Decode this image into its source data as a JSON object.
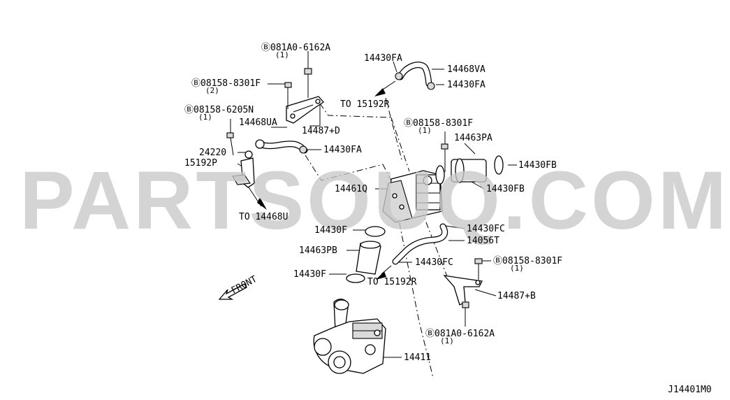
{
  "watermark": "PARTSOUQ.COM",
  "diagram_code": "J14401M0",
  "front_label": "FRONT",
  "callouts": [
    {
      "id": "c1",
      "text": "Ⓑ081A0-6162A",
      "qty": "(1)"
    },
    {
      "id": "c2",
      "text": "Ⓑ08158-8301F",
      "qty": "(2)"
    },
    {
      "id": "c3",
      "text": "Ⓑ08158-6205N",
      "qty": "(1)"
    },
    {
      "id": "c4",
      "text": "14468UA"
    },
    {
      "id": "c5",
      "text": "14487+D"
    },
    {
      "id": "c6",
      "text": "24220"
    },
    {
      "id": "c7",
      "text": "15192P"
    },
    {
      "id": "c8",
      "text": "14430FA"
    },
    {
      "id": "c9",
      "text": "TO 14468U"
    },
    {
      "id": "c10",
      "text": "14430FA"
    },
    {
      "id": "c11",
      "text": "14468VA"
    },
    {
      "id": "c12",
      "text": "14430FA"
    },
    {
      "id": "c13",
      "text": "TO 15192R"
    },
    {
      "id": "c14",
      "text": "Ⓑ08158-8301F",
      "qty": "(1)"
    },
    {
      "id": "c15",
      "text": "14463PA"
    },
    {
      "id": "c16",
      "text": "14430FB"
    },
    {
      "id": "c17",
      "text": "14430FB"
    },
    {
      "id": "c18",
      "text": "14461Q"
    },
    {
      "id": "c19",
      "text": "14430F"
    },
    {
      "id": "c20",
      "text": "14430FC"
    },
    {
      "id": "c21",
      "text": "14056T"
    },
    {
      "id": "c22",
      "text": "14463PB"
    },
    {
      "id": "c23",
      "text": "14430FC"
    },
    {
      "id": "c24",
      "text": "Ⓑ08158-8301F",
      "qty": "(1)"
    },
    {
      "id": "c25",
      "text": "14430F"
    },
    {
      "id": "c26",
      "text": "TO 15192R"
    },
    {
      "id": "c27",
      "text": "14487+B"
    },
    {
      "id": "c28",
      "text": "Ⓑ081A0-6162A",
      "qty": "(1)"
    },
    {
      "id": "c29",
      "text": "14411"
    }
  ]
}
